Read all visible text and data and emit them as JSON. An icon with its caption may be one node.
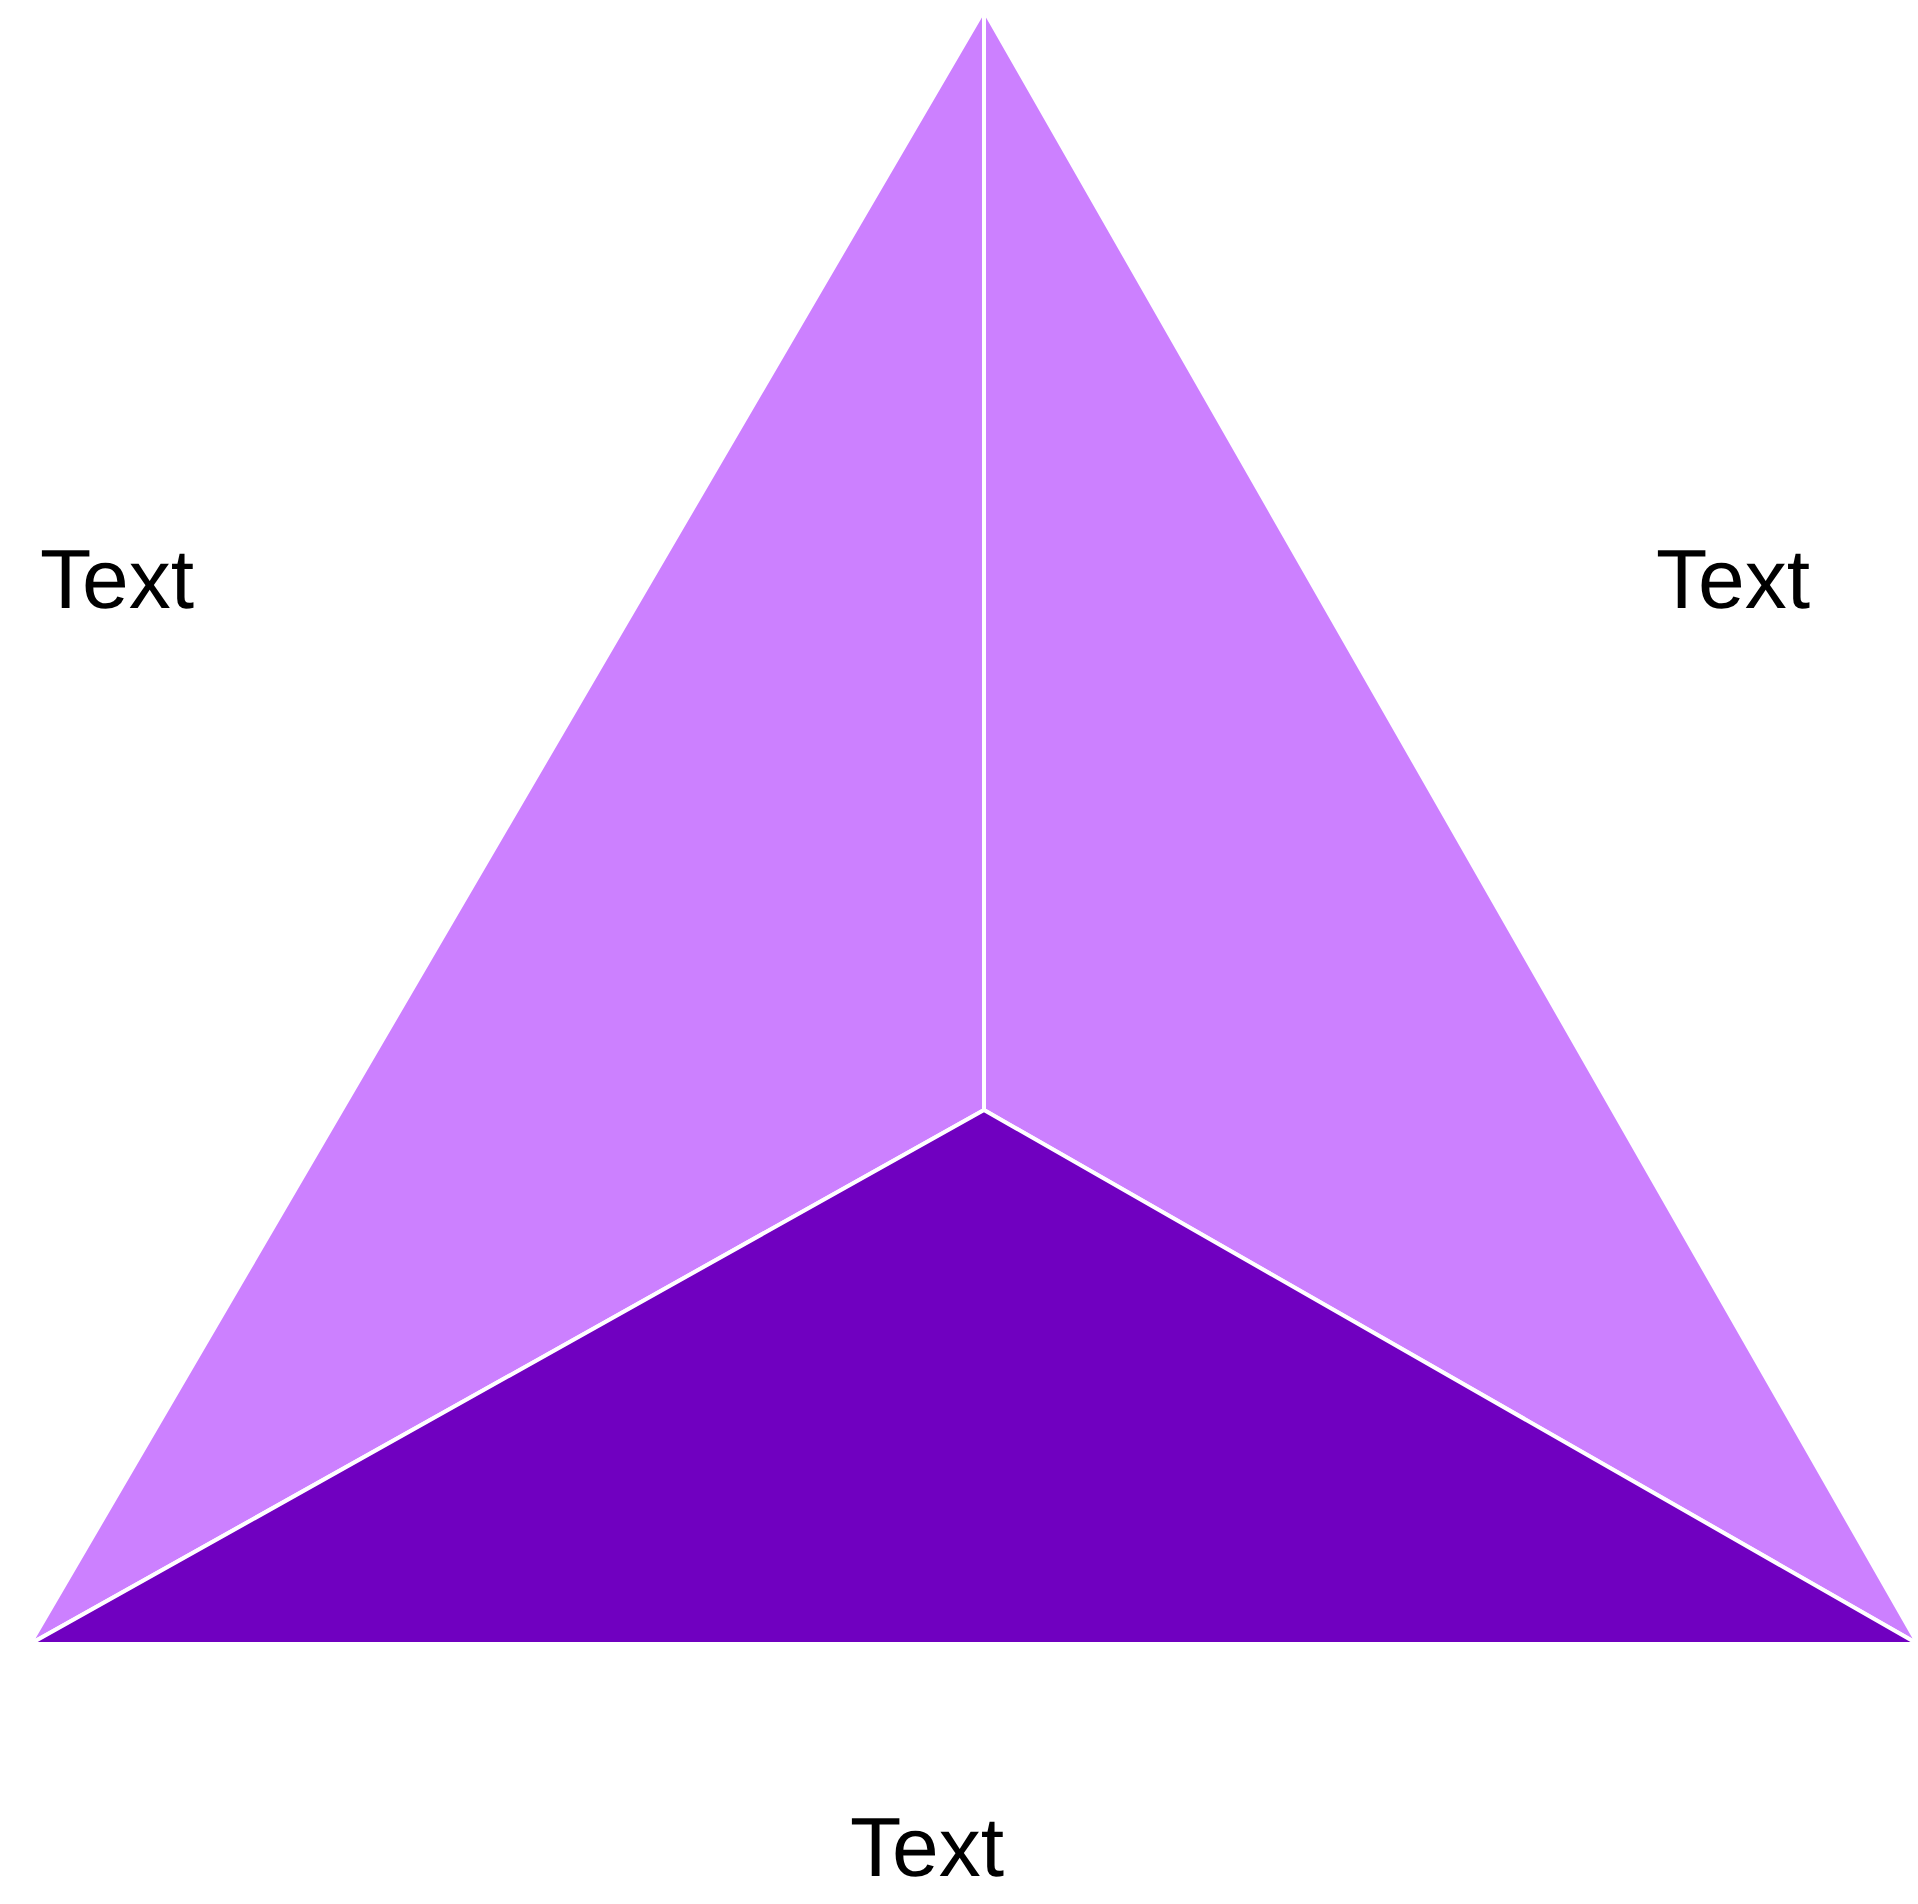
{
  "diagram": {
    "nodes": [
      {
        "text": [],
        "shape": "triangle",
        "beside": [
          "Text"
        ]
      },
      {
        "text": [],
        "shape": "triangle",
        "beside": [
          "Text"
        ]
      },
      {
        "text": [],
        "shape": "triangle",
        "beside": [
          "Text"
        ]
      }
    ],
    "edges": []
  }
}
